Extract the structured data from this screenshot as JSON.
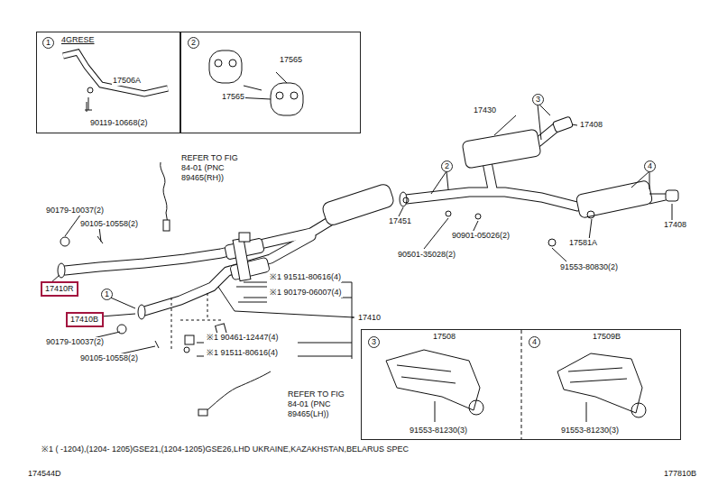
{
  "diagram": {
    "nodes": [
      {
        "text": [
          "1",
          "4GRESE",
          "17506A",
          "90119-10668(2)"
        ]
      },
      {
        "text": [
          "2",
          "17565",
          "17565"
        ]
      },
      {
        "text": [
          "17410R"
        ]
      },
      {
        "text": [
          "17410B"
        ]
      },
      {
        "text": [
          "3",
          "17508",
          "91553-81230(3)",
          "4",
          "17509B",
          "91553-81230(3)"
        ]
      }
    ],
    "edges": [],
    "labels": [
      "REFER TO FIG 84-01 (PNC 89465(RH))",
      "90179-10037(2)",
      "90105-10558(2)",
      "※1 91511-80616(4)",
      "※1 90179-06007(4)",
      "17410",
      "1",
      "90179-10037(2)",
      "90105-10558(2)",
      "※1 90461-12447(4)",
      "※1 91511-80616(4)",
      "REFER TO FIG 84-01 (PNC 89465(LH))",
      "17430",
      "3",
      "17408",
      "2",
      "4",
      "17451",
      "90901-05026(2)",
      "90501-35028(2)",
      "17581A",
      "91553-80830(2)",
      "17408",
      "※1 ( -1204),(1204- 1205)GSE21,(1204-1205)GSE26,LHD UKRAINE,KAZAKHSTAN,BELARUS SPEC",
      "174544D",
      "177810B"
    ]
  }
}
